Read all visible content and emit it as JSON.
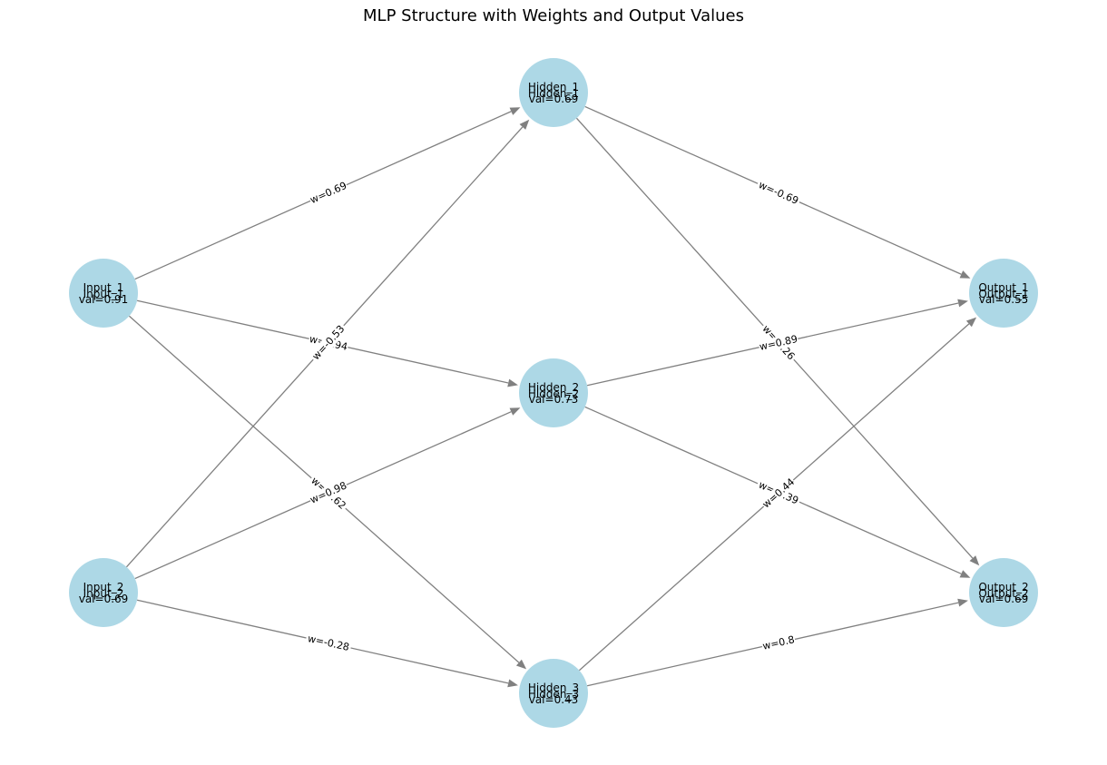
{
  "title": "MLP Structure with Weights and Output Values",
  "colors": {
    "node_fill": "#add8e6",
    "edge": "#808080"
  },
  "nodes": [
    {
      "id": "Input_1",
      "name": "Input_1",
      "value_label": "val=0.91",
      "layer": "input"
    },
    {
      "id": "Input_2",
      "name": "Input_2",
      "value_label": "val=0.69",
      "layer": "input"
    },
    {
      "id": "Hidden_1",
      "name": "Hidden_1",
      "value_label": "val=0.69",
      "layer": "hidden"
    },
    {
      "id": "Hidden_2",
      "name": "Hidden_2",
      "value_label": "val=0.73",
      "layer": "hidden"
    },
    {
      "id": "Hidden_3",
      "name": "Hidden_3",
      "value_label": "val=0.43",
      "layer": "hidden"
    },
    {
      "id": "Output_1",
      "name": "Output_1",
      "value_label": "val=0.55",
      "layer": "output"
    },
    {
      "id": "Output_2",
      "name": "Output_2",
      "value_label": "val=0.69",
      "layer": "output"
    }
  ],
  "edges": [
    {
      "from": "Input_1",
      "to": "Hidden_1",
      "label": "w=0.69"
    },
    {
      "from": "Input_1",
      "to": "Hidden_2",
      "label": "w=0.94"
    },
    {
      "from": "Input_1",
      "to": "Hidden_3",
      "label": "w=-0.62"
    },
    {
      "from": "Input_2",
      "to": "Hidden_1",
      "label": "w=-0.53"
    },
    {
      "from": "Input_2",
      "to": "Hidden_2",
      "label": "w=0.98"
    },
    {
      "from": "Input_2",
      "to": "Hidden_3",
      "label": "w=-0.28"
    },
    {
      "from": "Hidden_1",
      "to": "Output_1",
      "label": "w=-0.69"
    },
    {
      "from": "Hidden_1",
      "to": "Output_2",
      "label": "w=-0.26"
    },
    {
      "from": "Hidden_2",
      "to": "Output_1",
      "label": "w=0.89"
    },
    {
      "from": "Hidden_2",
      "to": "Output_2",
      "label": "w=-0.39"
    },
    {
      "from": "Hidden_3",
      "to": "Output_1",
      "label": "w=0.44"
    },
    {
      "from": "Hidden_3",
      "to": "Output_2",
      "label": "w=0.8"
    }
  ]
}
